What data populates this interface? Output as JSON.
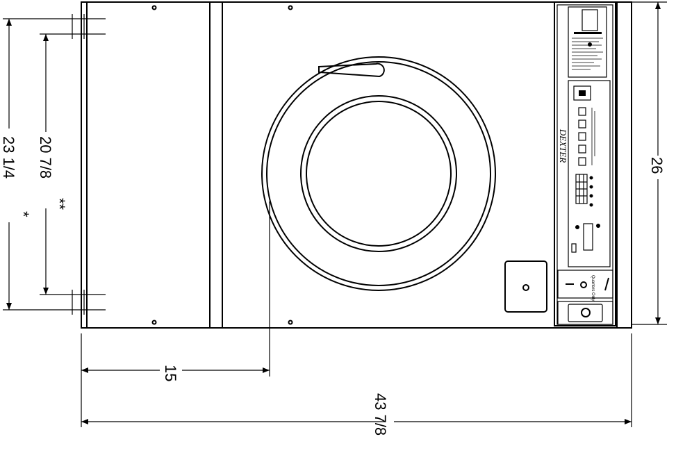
{
  "dimensions": {
    "height_outer": "23 1/4",
    "height_outer_mark": "*",
    "height_inner": "20 7/8",
    "height_inner_mark": "**",
    "height_right": "26",
    "width_door_offset": "15",
    "width_total": "43 7/8"
  },
  "control_panel": {
    "brand": "DEXTER",
    "coin_label": "Quarters Only"
  }
}
